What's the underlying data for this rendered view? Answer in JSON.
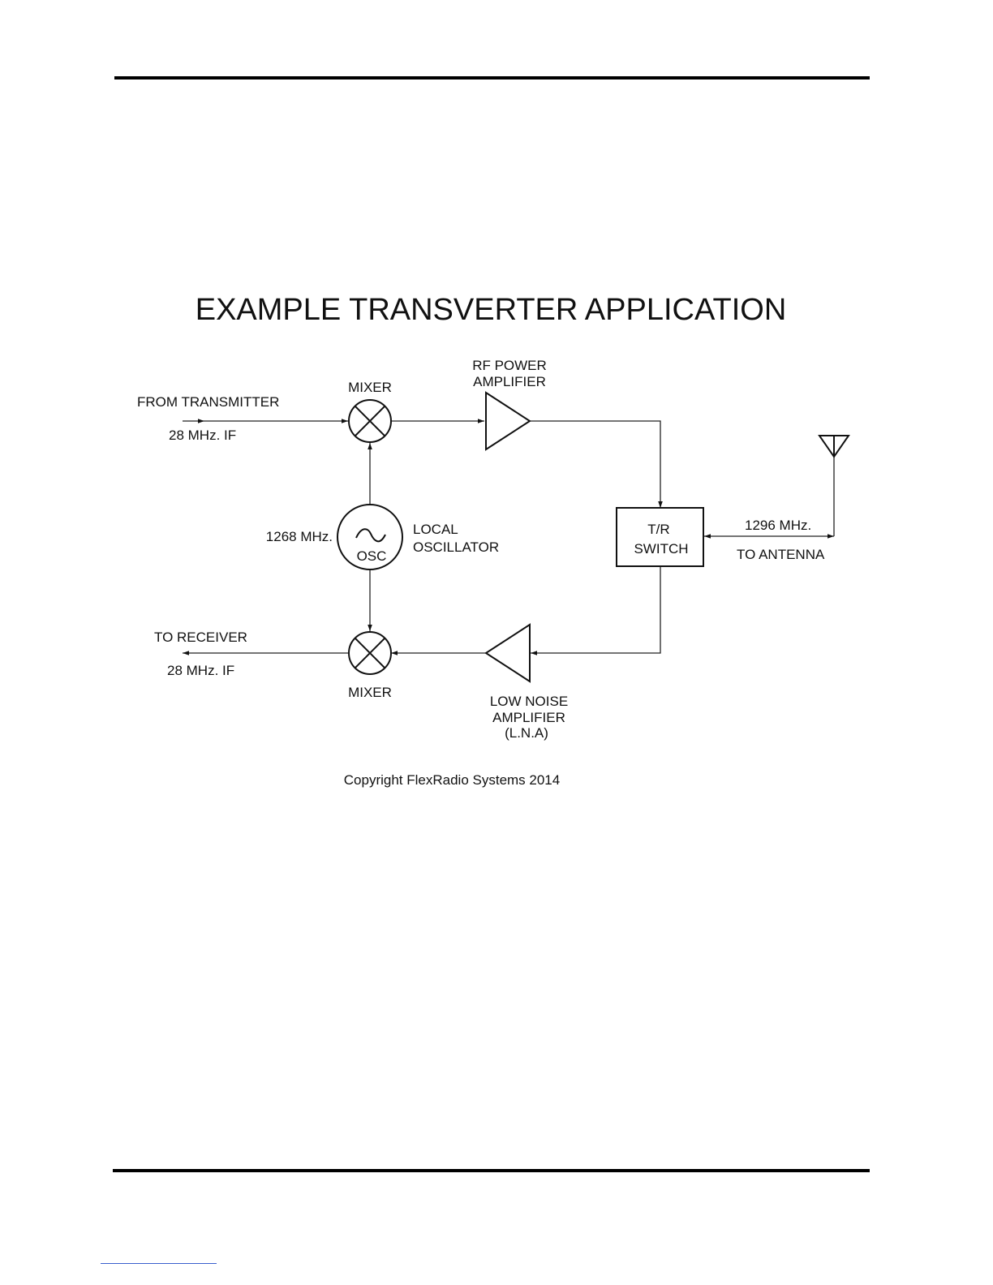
{
  "title": "EXAMPLE TRANSVERTER APPLICATION",
  "blocks": {
    "tx_mixer": "MIXER",
    "rx_mixer": "MIXER",
    "pa_line1": "RF POWER",
    "pa_line2": "AMPLIFIER",
    "lna_line1": "LOW NOISE",
    "lna_line2": "AMPLIFIER",
    "lna_line3": "(L.N.A)",
    "osc": "OSC",
    "lo_line1": "LOCAL",
    "lo_line2": "OSCILLATOR",
    "lo_freq": "1268 MHz.",
    "switch_line1": "T/R",
    "switch_line2": "SWITCH"
  },
  "signals": {
    "from_tx": "FROM TRANSMITTER",
    "tx_if": "28 MHz. IF",
    "to_rx": "TO RECEIVER",
    "rx_if": "28 MHz. IF",
    "ant_freq": "1296 MHz.",
    "to_ant": "TO ANTENNA"
  },
  "copyright": "Copyright FlexRadio Systems 2014"
}
